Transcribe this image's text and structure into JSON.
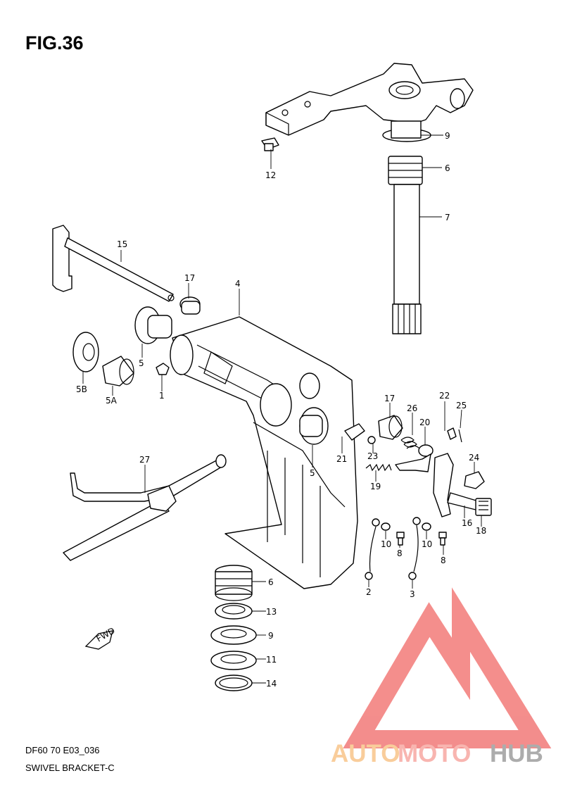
{
  "figure": {
    "title": "FIG.36",
    "model_code": "DF60 70 E03_036",
    "caption": "SWIVEL BRACKET-C"
  },
  "arrow_label": "FWD",
  "watermark": {
    "part1": "AUTO",
    "part2": "MOTO",
    "part3": "HUB",
    "color_auto": "#f8c58a",
    "color_moto": "#f7a9a3",
    "color_hub": "#9e9e9e",
    "color_mark": "#f27a78"
  },
  "parts": [
    {
      "id": "p9a",
      "label": "9"
    },
    {
      "id": "p6a",
      "label": "6"
    },
    {
      "id": "p7",
      "label": "7"
    },
    {
      "id": "p12",
      "label": "12"
    },
    {
      "id": "p15",
      "label": "15"
    },
    {
      "id": "p17a",
      "label": "17"
    },
    {
      "id": "p4",
      "label": "4"
    },
    {
      "id": "p5a",
      "label": "5"
    },
    {
      "id": "p5b",
      "label": "5B"
    },
    {
      "id": "p5c",
      "label": "5A"
    },
    {
      "id": "p1",
      "label": "1"
    },
    {
      "id": "p17b",
      "label": "17"
    },
    {
      "id": "p26",
      "label": "26"
    },
    {
      "id": "p22",
      "label": "22"
    },
    {
      "id": "p25",
      "label": "25"
    },
    {
      "id": "p20",
      "label": "20"
    },
    {
      "id": "p23",
      "label": "23"
    },
    {
      "id": "p21",
      "label": "21"
    },
    {
      "id": "p5d",
      "label": "5"
    },
    {
      "id": "p19",
      "label": "19"
    },
    {
      "id": "p24",
      "label": "24"
    },
    {
      "id": "p16",
      "label": "16"
    },
    {
      "id": "p18",
      "label": "18"
    },
    {
      "id": "p27",
      "label": "27"
    },
    {
      "id": "p10a",
      "label": "10"
    },
    {
      "id": "p10b",
      "label": "10"
    },
    {
      "id": "p8a",
      "label": "8"
    },
    {
      "id": "p8b",
      "label": "8"
    },
    {
      "id": "p2",
      "label": "2"
    },
    {
      "id": "p3",
      "label": "3"
    },
    {
      "id": "p6b",
      "label": "6"
    },
    {
      "id": "p13",
      "label": "13"
    },
    {
      "id": "p9b",
      "label": "9"
    },
    {
      "id": "p11",
      "label": "11"
    },
    {
      "id": "p14",
      "label": "14"
    }
  ]
}
